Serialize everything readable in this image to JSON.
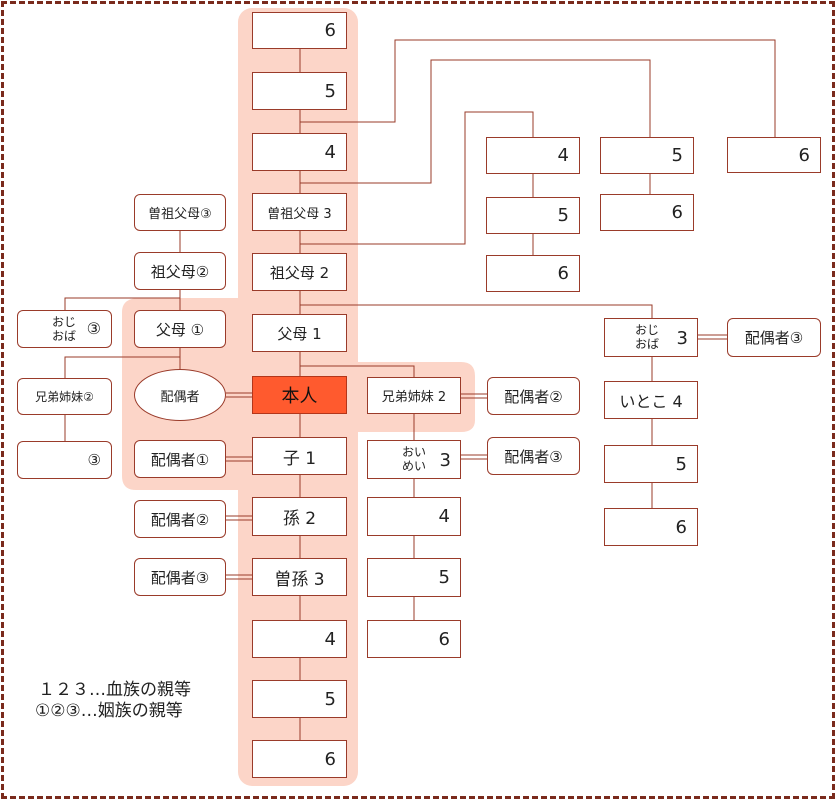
{
  "nodes": {
    "anc6": "6",
    "anc5": "5",
    "anc4": "4",
    "great_grandparent": "曽祖父母 3",
    "grandparent": "祖父母 2",
    "parent": "父母 1",
    "self": "本人",
    "child": "子 1",
    "grandchild": "孫 2",
    "great_grandchild": "曽孫 3",
    "desc4": "4",
    "desc5": "5",
    "desc6": "6",
    "col4_4": "4",
    "col4_5": "5",
    "col4_6": "6",
    "col5_5": "5",
    "col5_6": "6",
    "col6_6": "6",
    "sibling": "兄弟姉妹 2",
    "sibling_spouse": "配偶者②",
    "nephew_niece_text": "おい\nめい",
    "nephew_niece_num": "3",
    "nephew_spouse": "配偶者③",
    "neph4": "4",
    "neph5": "5",
    "neph6": "6",
    "uncle_aunt_text": "おじ\nおば",
    "uncle_aunt_num": "3",
    "uncle_spouse": "配偶者③",
    "cousin": "いとこ 4",
    "cousin5": "5",
    "cousin6": "6",
    "spouse": "配偶者",
    "spouse_great_grandparent": "曽祖父母③",
    "spouse_grandparent": "祖父母②",
    "spouse_parent": "父母 ①",
    "spouse_uncle_aunt_text": "おじ\nおば",
    "spouse_uncle_aunt_num": "③",
    "spouse_sibling": "兄弟姉妹②",
    "spouse_sibling_child": "③",
    "child_spouse": "配偶者①",
    "grandchild_spouse": "配偶者②",
    "great_grandchild_spouse": "配偶者③"
  },
  "legend": {
    "blood": "１２３…血族の親等",
    "affinity": "①②③…姻族の親等"
  },
  "colors": {
    "line": "#9a3b2a",
    "highlight": "#fcd5c8",
    "self": "#ff5a2e",
    "border": "#7a2a1c"
  }
}
